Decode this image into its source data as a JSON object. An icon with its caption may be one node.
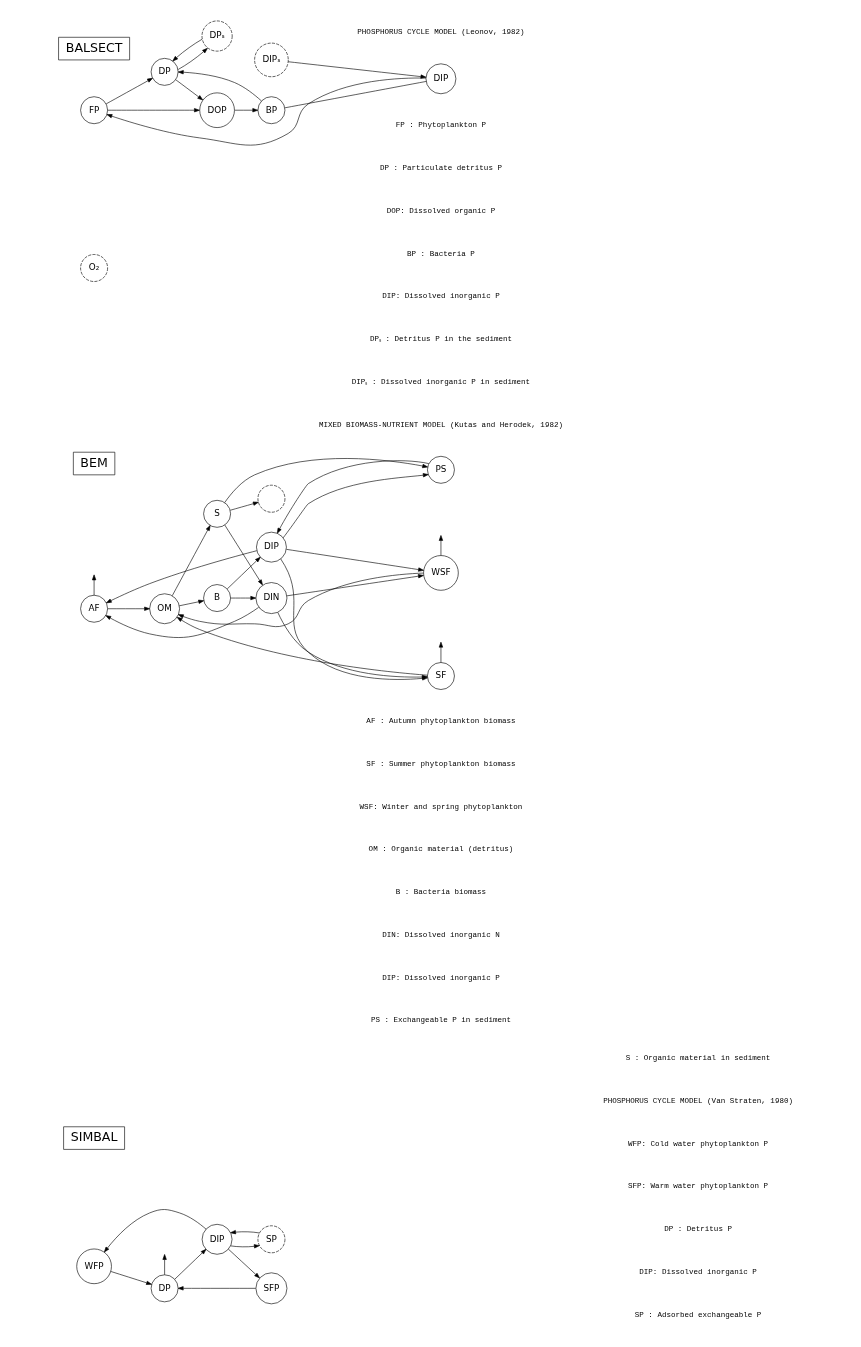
{
  "diagram": {
    "nodes": [
      {
        "text": [
          "BALSECT"
        ]
      },
      {
        "text": [
          "FP"
        ]
      },
      {
        "text": [
          "O₂"
        ]
      },
      {
        "text": [
          "DP"
        ]
      },
      {
        "text": [
          "DIP"
        ]
      },
      {
        "text": [
          "DOP"
        ]
      },
      {
        "text": [
          "BP"
        ]
      },
      {
        "text": [
          "DPₛ"
        ]
      },
      {
        "text": [
          "DIPₛ"
        ]
      },
      {
        "text": [
          "BEM"
        ]
      },
      {
        "text": [
          "AF"
        ]
      },
      {
        "text": [
          "SF"
        ]
      },
      {
        "text": [
          "WSF"
        ]
      },
      {
        "text": [
          "OM"
        ]
      },
      {
        "text": [
          "B"
        ]
      },
      {
        "text": [
          "DIN"
        ]
      },
      {
        "text": [
          "DIP"
        ]
      },
      {
        "text": [
          "S"
        ]
      },
      {
        "text": [
          "PS"
        ]
      },
      {
        "text": [],
        "shape": "circle"
      },
      {
        "text": [
          "SIMBAL"
        ]
      },
      {
        "text": [
          "WFP"
        ]
      },
      {
        "text": [
          "SFP"
        ]
      },
      {
        "text": [
          "DP"
        ]
      },
      {
        "text": [
          "DIP"
        ]
      },
      {
        "text": [
          "SP"
        ]
      }
    ],
    "edges": [
      {
        "from": 4,
        "to": 1,
        "arrow": "to"
      },
      {
        "from": 1,
        "to": 3,
        "arrow": "to"
      },
      {
        "from": 1,
        "to": 5,
        "arrow": "to"
      },
      {
        "from": 3,
        "to": 5,
        "arrow": "to"
      },
      {
        "from": 5,
        "to": 6,
        "arrow": "to"
      },
      {
        "from": 6,
        "to": 3,
        "arrow": "to"
      },
      {
        "from": 6,
        "to": 4,
        "arrow": "none"
      },
      {
        "from": 3,
        "to": 7,
        "arrow": "to"
      },
      {
        "from": 7,
        "to": 3,
        "arrow": "to"
      },
      {
        "from": 8,
        "to": 4,
        "arrow": "to"
      },
      {
        "from": 10,
        "to": 13,
        "arrow": "to"
      },
      {
        "from": 11,
        "to": 13,
        "arrow": "to"
      },
      {
        "from": 12,
        "to": 13,
        "arrow": "to"
      },
      {
        "from": 10,
        "to": null,
        "arrow": "to"
      },
      {
        "from": 11,
        "to": null,
        "arrow": "to"
      },
      {
        "from": 12,
        "to": null,
        "arrow": "to"
      },
      {
        "from": 13,
        "to": 14,
        "arrow": "to"
      },
      {
        "from": 13,
        "to": 17,
        "arrow": "to"
      },
      {
        "from": 14,
        "to": 15,
        "arrow": "to"
      },
      {
        "from": 14,
        "to": 16,
        "arrow": "to"
      },
      {
        "from": 17,
        "to": 15,
        "arrow": "to"
      },
      {
        "from": 17,
        "to": 18,
        "arrow": "to"
      },
      {
        "from": 17,
        "to": 19,
        "arrow": "to"
      },
      {
        "from": 15,
        "to": 10,
        "arrow": "to"
      },
      {
        "from": 15,
        "to": 11,
        "arrow": "to"
      },
      {
        "from": 15,
        "to": 12,
        "arrow": "to"
      },
      {
        "from": 16,
        "to": 10,
        "arrow": "to"
      },
      {
        "from": 16,
        "to": 11,
        "arrow": "to"
      },
      {
        "from": 16,
        "to": 12,
        "arrow": "to"
      },
      {
        "from": 16,
        "to": 18,
        "arrow": "to"
      },
      {
        "from": 18,
        "to": 16,
        "arrow": "to"
      },
      {
        "from": 21,
        "to": 23,
        "arrow": "to"
      },
      {
        "from": 22,
        "to": 23,
        "arrow": "to"
      },
      {
        "from": 23,
        "to": 24,
        "arrow": "to"
      },
      {
        "from": 24,
        "to": 21,
        "arrow": "to"
      },
      {
        "from": 24,
        "to": 22,
        "arrow": "to"
      },
      {
        "from": 23,
        "to": null,
        "arrow": "to"
      },
      {
        "from": 24,
        "to": 25,
        "arrow": "to"
      },
      {
        "from": 25,
        "to": 24,
        "arrow": "to"
      }
    ],
    "labels": [
      "PHOSPHORUS CYCLE MODEL (Leonov, 1982)",
      "FP : Phytoplankton P",
      "DP : Particulate detritus P",
      "DOP: Dissolved organic P",
      "BP : Bacteria P",
      "DIP: Dissolved inorganic P",
      "DPₛ : Detritus P in the sediment",
      "DIPₛ : Dissolved inorganic P in sediment",
      "MIXED BIOMASS-NUTRIENT MODEL (Kutas and Herodek, 1982)",
      "AF : Autumn phytoplankton biomass",
      "SF : Summer phytoplankton biomass",
      "WSF: Winter and spring phytoplankton",
      "OM : Organic material (detritus)",
      "B : Bacteria biomass",
      "DIN: Dissolved inorganic N",
      "DIP: Dissolved inorganic P",
      "PS : Exchangeable P in sediment",
      "S : Organic material in sediment",
      "PHOSPHORUS CYCLE MODEL (Van Straten, 1980)",
      "WFP: Cold water phytoplankton P",
      "SFP: Warm water phytoplankton P",
      "DP : Detritus P",
      "DIP: Dissolved inorganic P",
      "SP : Adsorbed exchangeable P"
    ]
  }
}
